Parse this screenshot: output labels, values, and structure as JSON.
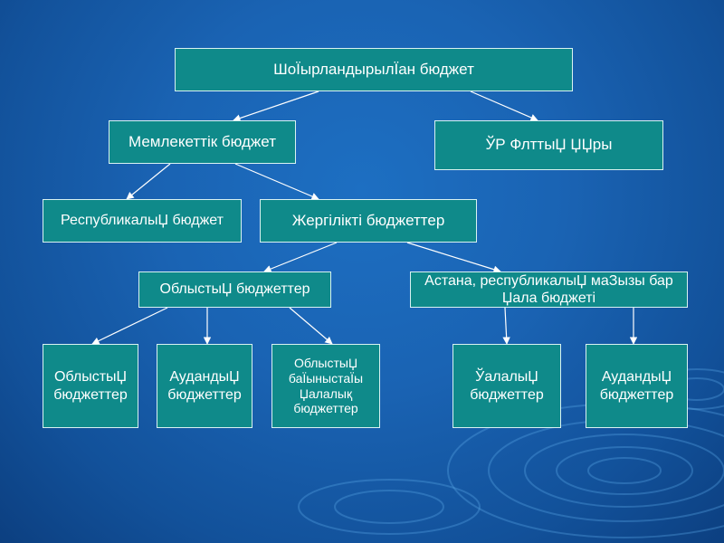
{
  "nodes": {
    "root": "ШоЇырландырылЇан бюджет",
    "state": "Мемлекеттік бюджет",
    "fund": "ЎР ФлттыЏ ЏЏры",
    "republic": "РеспубликалыЏ бюджет",
    "local": "Жергілікті бюджеттер",
    "regional": "ОблыстыЏ бюджеттер",
    "astana": "Астана, республикалыЏ маЗызы бар Џала бюджеті",
    "reg_budgets": "ОблыстыЏ бюджеттер",
    "district_budgets": "АудандыЏ бюджеттер",
    "reg_sub_cities": "ОблыстыЏ баЇыныстаЇы Џалалық бюджеттер",
    "city_budgets": "ЎалалыЏ бюджеттер",
    "astana_district_budgets": "АудандыЏ бюджеттер"
  },
  "colors": {
    "box_fill": "#0f8a8a",
    "box_border": "#d9f2f2",
    "connector": "#ffffff"
  }
}
